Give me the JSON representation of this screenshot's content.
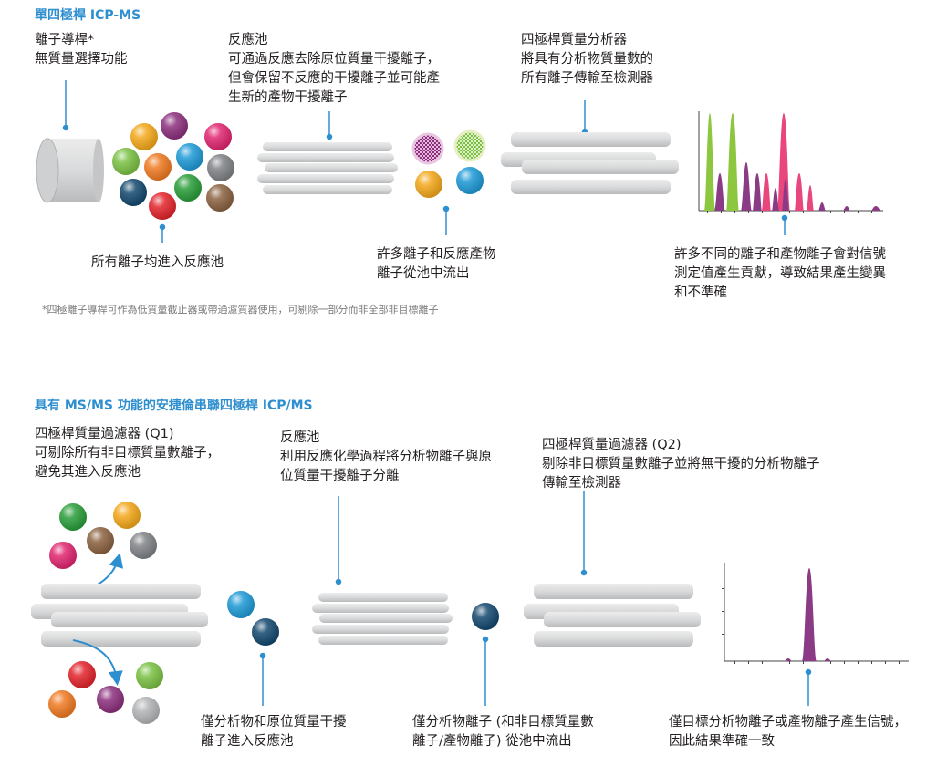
{
  "top": {
    "title": "單四極桿 ICP-MS",
    "guide_label": "離子導桿*\n無質量選擇功能",
    "cell_label": "反應池\n可通過反應去除原位質量干擾離子，\n但會保留不反應的干擾離子並可能產\n生新的產物干擾離子",
    "quad_label": "四極桿質量分析器\n將具有分析物質量數的\n所有離子傳輸至檢測器",
    "ions_enter_label": "所有離子均進入反應池",
    "exit_label": "許多離子和反應產物\n離子從池中流出",
    "signal_label": "許多不同的離子和產物離子會對信號\n測定值產生貢獻，導致結果產生變異\n和不準確",
    "footnote": "*四極離子導桿可作為低質量截止器或帶通濾質器使用，可剔除一部分而非全部非目標離子"
  },
  "bottom": {
    "title": "具有 MS/MS 功能的安捷倫串聯四極桿 ICP/MS",
    "q1_label": "四極桿質量過濾器 (Q1)\n可剔除所有非目標質量數離子，\n避免其進入反應池",
    "cell_label": "反應池\n利用反應化學過程將分析物離子與原\n位質量干擾離子分離",
    "q2_label": "四極桿質量過濾器 (Q2)\n剔除非目標質量數離子並將無干擾的分析物離子\n傳輸至檢測器",
    "enter_label": "僅分析物和原位質量干擾\n離子進入反應池",
    "exit_label": "僅分析物離子 (和非目標質量數\n離子/產物離子) 從池中流出",
    "signal_label": "僅目標分析物離子或產物離子產生信號，\n因此結果準確一致"
  },
  "colors": {
    "accent": "#2e8fd0",
    "green_peak": "#8dc63f",
    "pink_peak": "#e8467c",
    "purple_peak": "#8b3a86",
    "rod": "#d6d7d8",
    "ion_red": "#e2242b",
    "ion_green": "#2a9d3a",
    "ion_yellow": "#f3a81b",
    "ion_blue": "#1f9ad6",
    "ion_navy": "#14486e",
    "ion_brown": "#8b6240",
    "ion_grey": "#7f8286",
    "ion_purple": "#8b2f7c",
    "ion_pink": "#e0256f",
    "ion_orange": "#ef7a22",
    "ion_lightgreen": "#7ac143",
    "ion_lightgrey": "#b2b4b6"
  }
}
